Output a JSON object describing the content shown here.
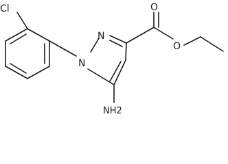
{
  "molecule": {
    "atoms": {
      "cl": "Cl",
      "n1": "N",
      "n2": "N",
      "o_carbonyl": "O",
      "o_ester": "O",
      "nh2": "NH2"
    }
  }
}
